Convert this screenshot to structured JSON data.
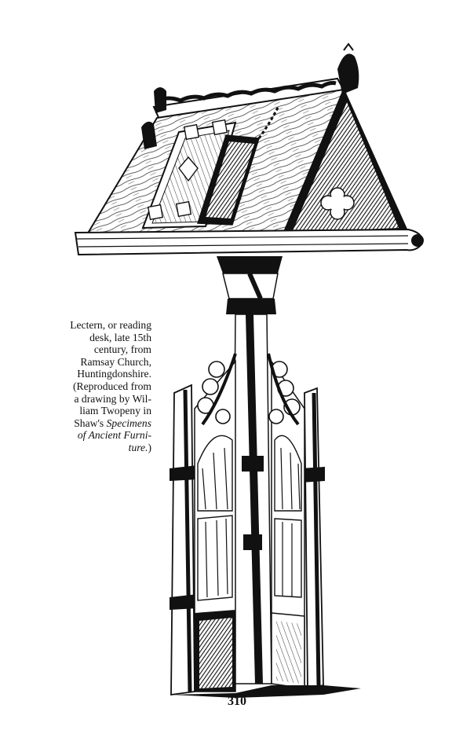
{
  "caption": {
    "lines": [
      "Lectern, or reading",
      "desk, late 15th",
      "century, from",
      "Ramsay Church,",
      "Huntingdonshire.",
      "(Reproduced from",
      "a drawing by Wil-",
      "liam Twopeny in",
      "Shaw's ",
      "of Ancient Furni-",
      "ture.)"
    ],
    "italic_a": "Specimens",
    "italic_b": "of Ancient Furni-",
    "italic_c": "ture."
  },
  "page_number": "310"
}
